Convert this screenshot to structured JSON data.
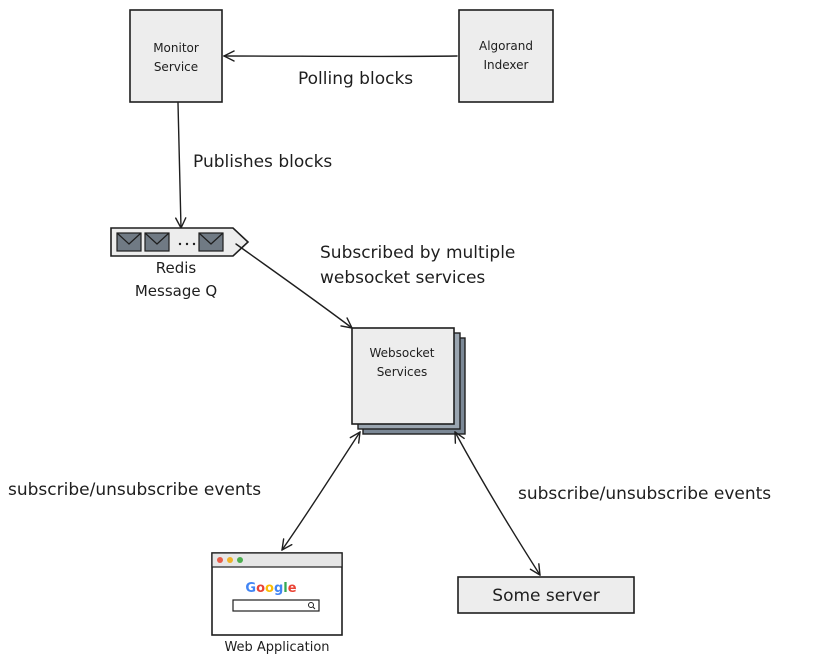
{
  "nodes": {
    "monitor_service": [
      "Monitor",
      "Service"
    ],
    "algorand_indexer": [
      "Algorand",
      "Indexer"
    ],
    "redis_queue": [
      "Redis",
      "Message Q"
    ],
    "websocket_services": [
      "Websocket",
      "Services"
    ],
    "web_application": "Web Application",
    "google_logo": "Google",
    "some_server": "Some server"
  },
  "edges": {
    "polling": "Polling blocks",
    "publishes": "Publishes blocks",
    "subscribed": [
      "Subscribed by multiple",
      "websocket services"
    ],
    "subscribe_left": "subscribe/unsubscribe events",
    "subscribe_right": "subscribe/unsubscribe events"
  },
  "icons": {
    "queue_messages": "envelope-icon",
    "browser_dots": [
      "#e85d4a",
      "#f0b429",
      "#4caf50"
    ],
    "search": "search-icon"
  },
  "colors": {
    "box_fill": "#ededed",
    "stack_fill": "#7b8896",
    "google": [
      "#4285F4",
      "#EA4335",
      "#FBBC05",
      "#4285F4",
      "#34A853",
      "#EA4335"
    ]
  }
}
